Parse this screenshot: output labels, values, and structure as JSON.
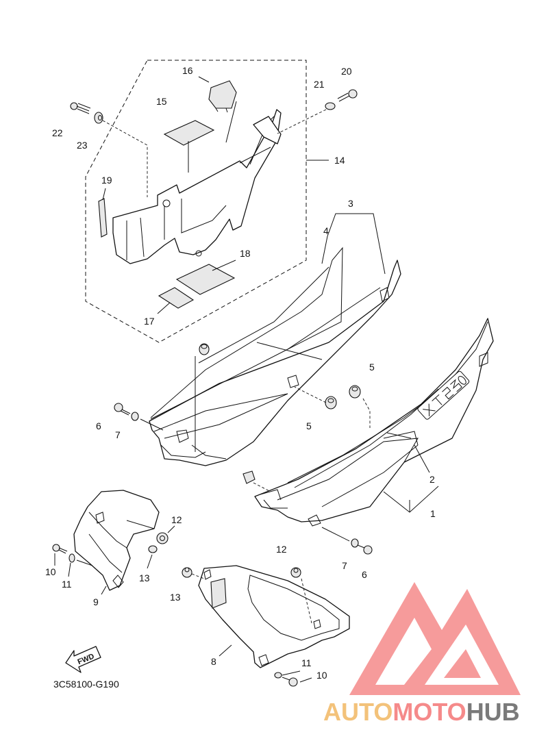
{
  "diagram": {
    "code": "3C58100-G190",
    "fwd_label": "FWD",
    "callouts": [
      "1",
      "2",
      "3",
      "4",
      "5",
      "5",
      "6",
      "6",
      "7",
      "7",
      "8",
      "9",
      "10",
      "10",
      "11",
      "11",
      "12",
      "12",
      "13",
      "13",
      "14",
      "15",
      "16",
      "17",
      "18",
      "19",
      "20",
      "21",
      "22",
      "23"
    ]
  },
  "watermark": {
    "text_a": "AUTO",
    "text_b": "MOTO",
    "text_c": "HUB",
    "colors": {
      "logo": "#f58a8a",
      "auto": "#f3c27a",
      "moto": "#f58a8a",
      "hub": "#7a7a7a"
    }
  }
}
